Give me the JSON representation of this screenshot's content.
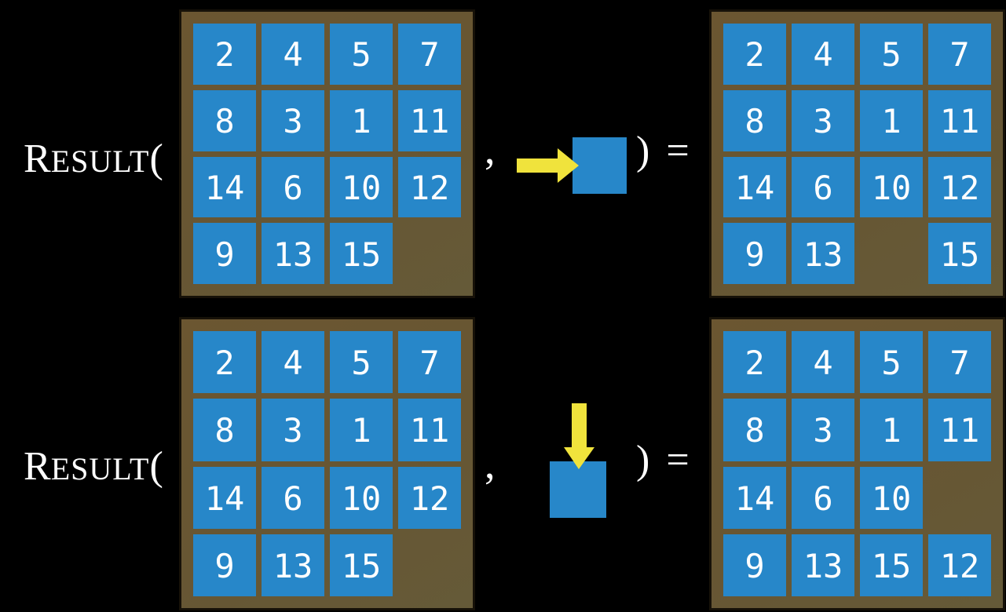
{
  "figure": {
    "description": "RESULT function of sliding 15-puzzle for two actions",
    "rows": [
      {
        "label": {
          "initial": "R",
          "rest": "ESULT",
          "open_paren": "("
        },
        "comma": ",",
        "close": ") =",
        "action": {
          "name": "slide-right",
          "direction": "right"
        },
        "input_state": {
          "grid": [
            [
              "2",
              "4",
              "5",
              "7"
            ],
            [
              "8",
              "3",
              "1",
              "11"
            ],
            [
              "14",
              "6",
              "10",
              "12"
            ],
            [
              "9",
              "13",
              "15",
              ""
            ]
          ]
        },
        "output_state": {
          "grid": [
            [
              "2",
              "4",
              "5",
              "7"
            ],
            [
              "8",
              "3",
              "1",
              "11"
            ],
            [
              "14",
              "6",
              "10",
              "12"
            ],
            [
              "9",
              "13",
              "",
              "15"
            ]
          ]
        }
      },
      {
        "label": {
          "initial": "R",
          "rest": "ESULT",
          "open_paren": "("
        },
        "comma": ",",
        "close": ") =",
        "action": {
          "name": "slide-down",
          "direction": "down"
        },
        "input_state": {
          "grid": [
            [
              "2",
              "4",
              "5",
              "7"
            ],
            [
              "8",
              "3",
              "1",
              "11"
            ],
            [
              "14",
              "6",
              "10",
              "12"
            ],
            [
              "9",
              "13",
              "15",
              ""
            ]
          ]
        },
        "output_state": {
          "grid": [
            [
              "2",
              "4",
              "5",
              "7"
            ],
            [
              "8",
              "3",
              "1",
              "11"
            ],
            [
              "14",
              "6",
              "10",
              ""
            ],
            [
              "9",
              "13",
              "15",
              "12"
            ]
          ]
        }
      }
    ],
    "colors": {
      "background": "#000000",
      "tile_blue": "#2787C9",
      "board_brown": "#675633",
      "board_border": "#161108",
      "arrow_yellow": "#F0E33C",
      "text_white": "#FFFFFF"
    }
  }
}
